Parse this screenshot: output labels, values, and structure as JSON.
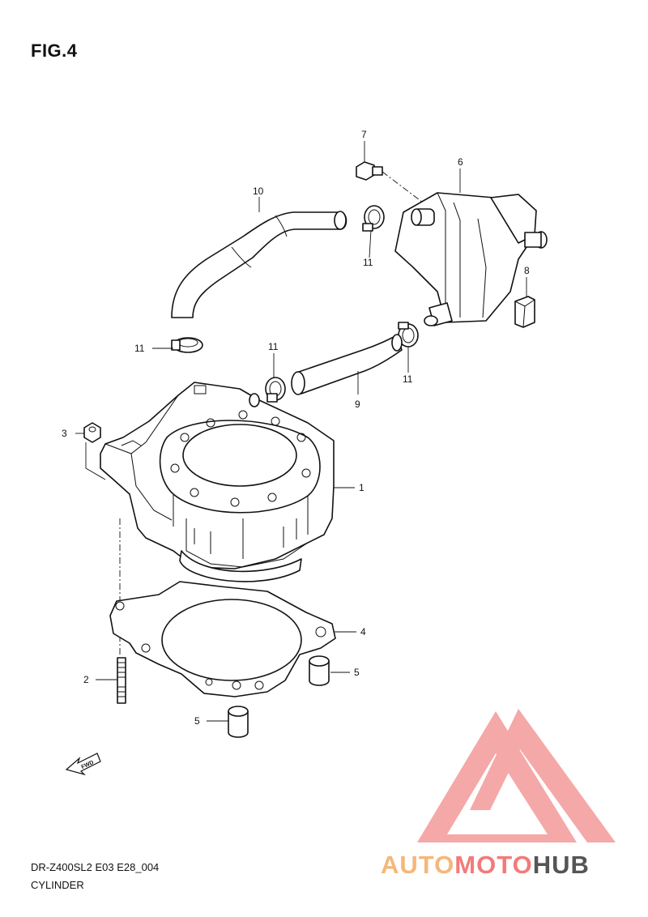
{
  "figure": {
    "title": "FIG.4"
  },
  "footer": {
    "model_code": "DR-Z400SL2 E03 E28_004",
    "section_name": "CYLINDER"
  },
  "watermark": {
    "brand_part1": "AUTO",
    "brand_part2": "MOTO",
    "brand_part3": "HUB",
    "color_part1": "#f5b77a",
    "color_part2": "#f47a7a",
    "color_part3": "#555555",
    "logo_color": "#f28b8b"
  },
  "fwd_label": "FWD",
  "callouts": [
    {
      "id": "c1",
      "num": "1"
    },
    {
      "id": "c2",
      "num": "2"
    },
    {
      "id": "c3",
      "num": "3"
    },
    {
      "id": "c4",
      "num": "4"
    },
    {
      "id": "c5a",
      "num": "5"
    },
    {
      "id": "c5b",
      "num": "5"
    },
    {
      "id": "c6",
      "num": "6"
    },
    {
      "id": "c7",
      "num": "7"
    },
    {
      "id": "c8",
      "num": "8"
    },
    {
      "id": "c9",
      "num": "9"
    },
    {
      "id": "c10",
      "num": "10"
    },
    {
      "id": "c11a",
      "num": "11"
    },
    {
      "id": "c11b",
      "num": "11"
    },
    {
      "id": "c11c",
      "num": "11"
    },
    {
      "id": "c11d",
      "num": "11"
    }
  ]
}
